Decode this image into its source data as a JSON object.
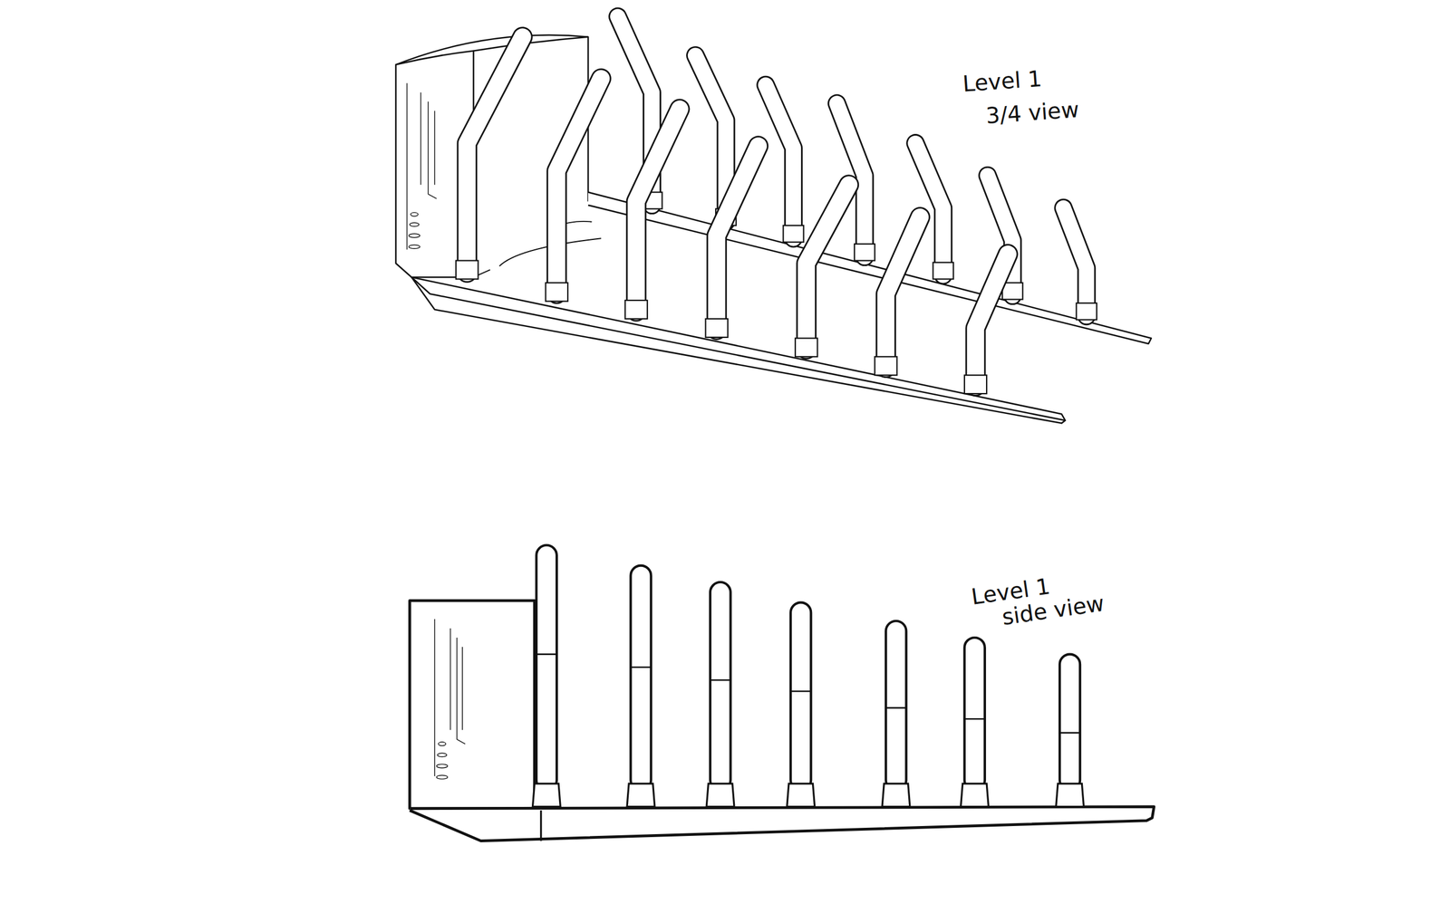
{
  "diagram": {
    "labels": [
      "Level 1",
      "3/4 view",
      "Level 1",
      "side view"
    ]
  }
}
